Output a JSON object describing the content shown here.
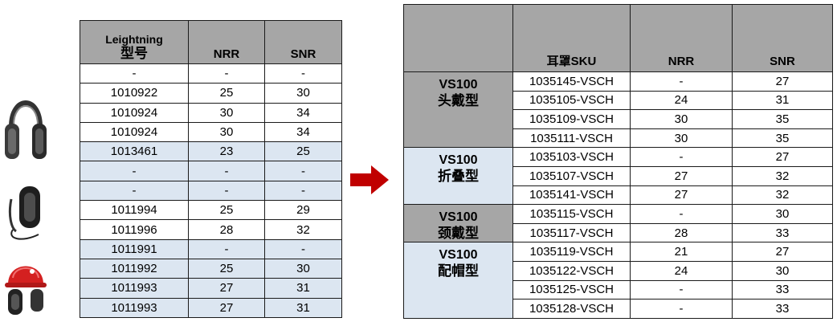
{
  "left_table": {
    "header": {
      "model_line1": "Leightning",
      "model_line2": "型号",
      "nrr": "NRR",
      "snr": "SNR"
    },
    "rows": [
      {
        "model": "-",
        "nrr": "-",
        "snr": "-",
        "shade": "white"
      },
      {
        "model": "1010922",
        "nrr": "25",
        "snr": "30",
        "shade": "white"
      },
      {
        "model": "1010924",
        "nrr": "30",
        "snr": "34",
        "shade": "white"
      },
      {
        "model": "1010924",
        "nrr": "30",
        "snr": "34",
        "shade": "white"
      },
      {
        "model": "1013461",
        "nrr": "23",
        "snr": "25",
        "shade": "blue"
      },
      {
        "model": "-",
        "nrr": "-",
        "snr": "-",
        "shade": "blue"
      },
      {
        "model": "-",
        "nrr": "-",
        "snr": "-",
        "shade": "blue"
      },
      {
        "model": "1011994",
        "nrr": "25",
        "snr": "29",
        "shade": "white"
      },
      {
        "model": "1011996",
        "nrr": "28",
        "snr": "32",
        "shade": "white"
      },
      {
        "model": "1011991",
        "nrr": "-",
        "snr": "-",
        "shade": "blue"
      },
      {
        "model": "1011992",
        "nrr": "25",
        "snr": "30",
        "shade": "blue"
      },
      {
        "model": "1011993",
        "nrr": "27",
        "snr": "31",
        "shade": "blue"
      },
      {
        "model": "1011993",
        "nrr": "27",
        "snr": "31",
        "shade": "blue"
      }
    ]
  },
  "right_table": {
    "header": {
      "group": "",
      "sku": "耳罩SKU",
      "nrr": "NRR",
      "snr": "SNR"
    },
    "groups": [
      {
        "series": "VS100",
        "type": "头戴型",
        "shade": "gray",
        "rows": [
          {
            "sku": "1035145-VSCH",
            "nrr": "-",
            "snr": "27"
          },
          {
            "sku": "1035105-VSCH",
            "nrr": "24",
            "snr": "31"
          },
          {
            "sku": "1035109-VSCH",
            "nrr": "30",
            "snr": "35"
          },
          {
            "sku": "1035111-VSCH",
            "nrr": "30",
            "snr": "35"
          }
        ]
      },
      {
        "series": "VS100",
        "type": "折叠型",
        "shade": "blue",
        "rows": [
          {
            "sku": "1035103-VSCH",
            "nrr": "-",
            "snr": "27"
          },
          {
            "sku": "1035107-VSCH",
            "nrr": "27",
            "snr": "32"
          },
          {
            "sku": "1035141-VSCH",
            "nrr": "27",
            "snr": "32"
          }
        ]
      },
      {
        "series": "VS100",
        "type": "颈戴型",
        "shade": "gray",
        "rows": [
          {
            "sku": "1035115-VSCH",
            "nrr": "-",
            "snr": "30"
          },
          {
            "sku": "1035117-VSCH",
            "nrr": "28",
            "snr": "33"
          }
        ]
      },
      {
        "series": "VS100",
        "type": "配帽型",
        "shade": "blue",
        "rows": [
          {
            "sku": "1035119-VSCH",
            "nrr": "21",
            "snr": "27"
          },
          {
            "sku": "1035122-VSCH",
            "nrr": "24",
            "snr": "30"
          },
          {
            "sku": "1035125-VSCH",
            "nrr": "-",
            "snr": "33"
          },
          {
            "sku": "1035128-VSCH",
            "nrr": "-",
            "snr": "33"
          }
        ]
      }
    ]
  },
  "colors": {
    "header_gray": "#a6a6a6",
    "row_blue": "#dce6f1",
    "arrow_red": "#c00000"
  },
  "icons": [
    "headband-earmuff-icon",
    "neckband-earmuff-icon",
    "helmet-earmuff-icon",
    "right-arrow-icon"
  ]
}
